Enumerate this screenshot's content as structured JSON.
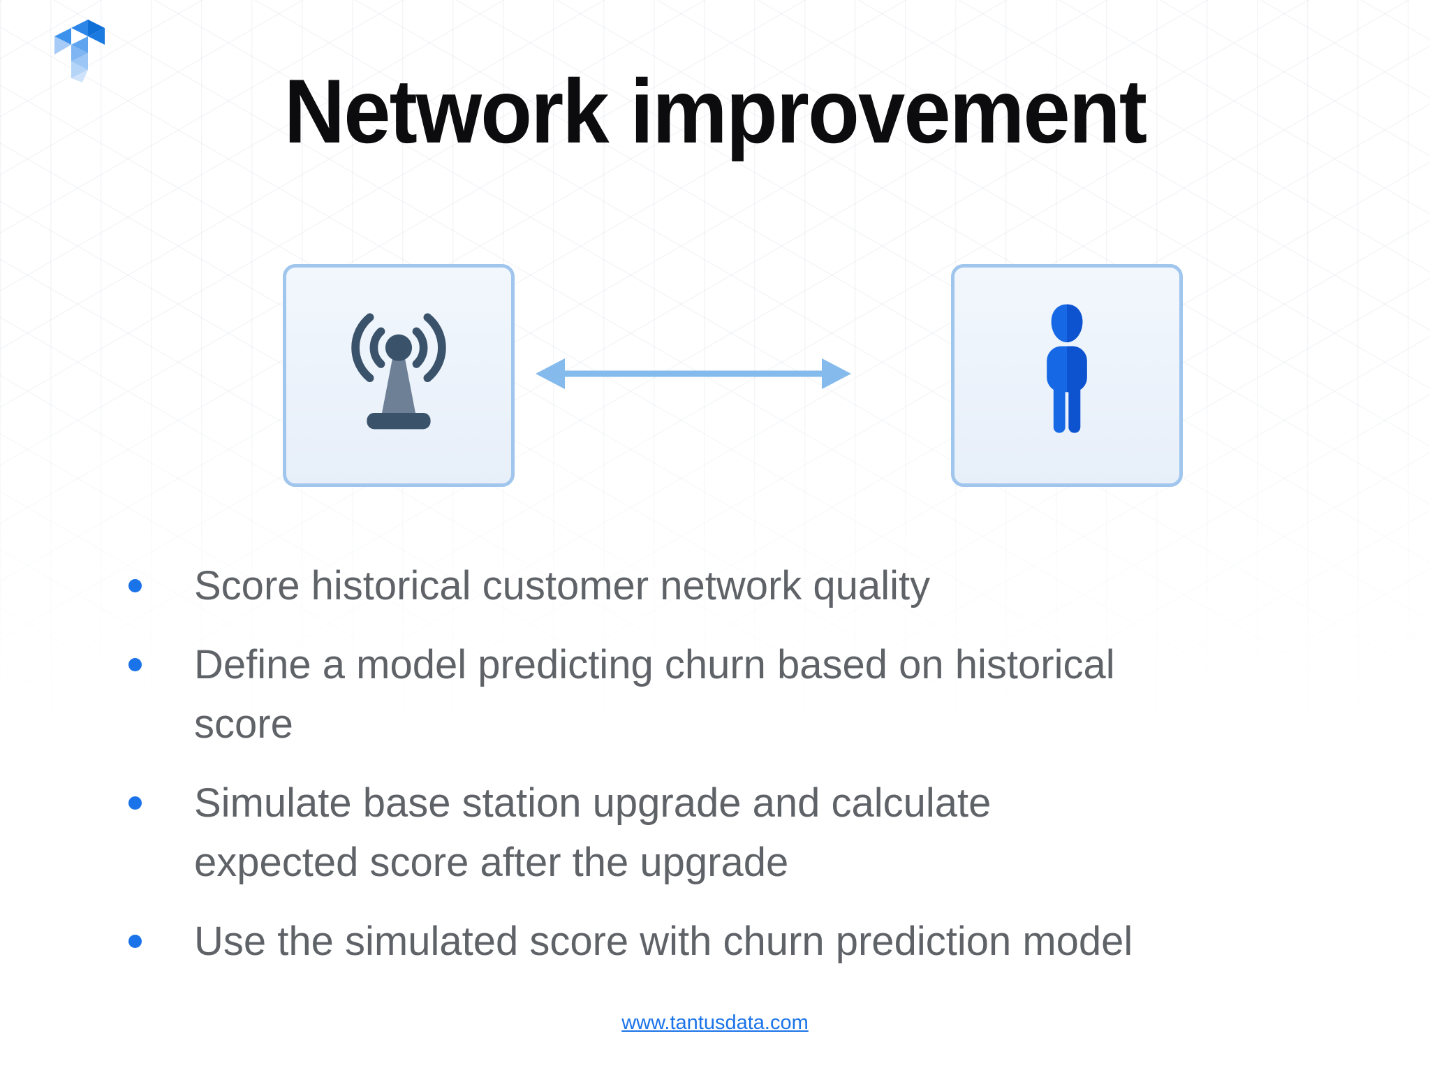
{
  "slide": {
    "title": "Network improvement",
    "bullets": [
      {
        "text": "Score historical customer network quality"
      },
      {
        "text": "Define a model predicting churn based on historical score"
      },
      {
        "text": "Simulate base station upgrade and calculate expected score after the upgrade"
      },
      {
        "text": "Use the simulated score with churn prediction model"
      }
    ],
    "diagram": {
      "left_icon": "radio-antenna",
      "right_icon": "person",
      "connector": "double-headed-arrow"
    },
    "footer": {
      "link_text": "www.tantusdata.com"
    },
    "colors": {
      "accent_blue": "#1a73e8",
      "box_border": "#a0c6ed",
      "box_fill": "#ebf2fa",
      "arrow_blue": "#85bbec",
      "bullet_text_gray": "#5f6368",
      "title_black": "#0c0c0e",
      "antenna_dark_slate": "#3a536b",
      "antenna_mast_slate": "#6d8096",
      "person_blue_light": "#1668e5",
      "person_blue_dark": "#0d52cf"
    }
  }
}
